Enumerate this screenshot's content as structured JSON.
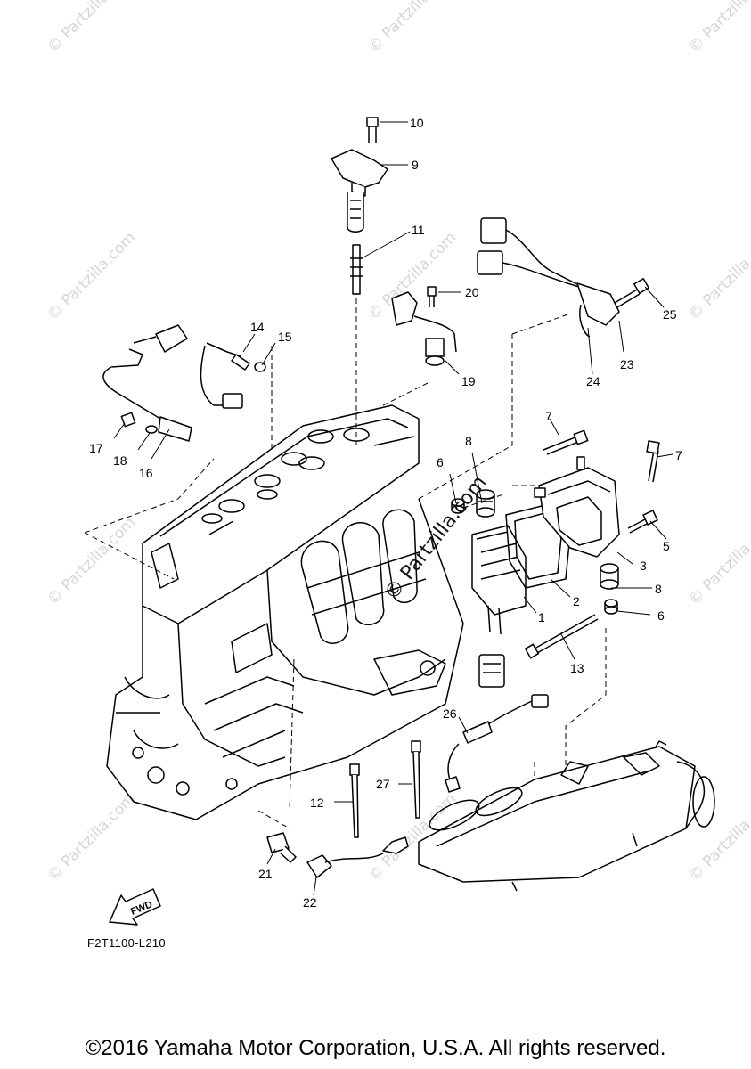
{
  "diagram": {
    "figure_code": "F2T1100-L210",
    "copyright": "©2016 Yamaha Motor Corporation, U.S.A. All rights reserved.",
    "fwd_label": "FWD",
    "watermark": "© Partzilla.com",
    "callouts": {
      "c1": "1",
      "c2": "2",
      "c3": "3",
      "c5": "5",
      "c6a": "6",
      "c6b": "6",
      "c7a": "7",
      "c7b": "7",
      "c8a": "8",
      "c8b": "8",
      "c9": "9",
      "c10": "10",
      "c11": "11",
      "c12": "12",
      "c13": "13",
      "c14": "14",
      "c15": "15",
      "c16": "16",
      "c17": "17",
      "c18": "18",
      "c19": "19",
      "c20": "20",
      "c21": "21",
      "c22": "22",
      "c23": "23",
      "c24": "24",
      "c25": "25",
      "c26": "26",
      "c27": "27"
    }
  }
}
